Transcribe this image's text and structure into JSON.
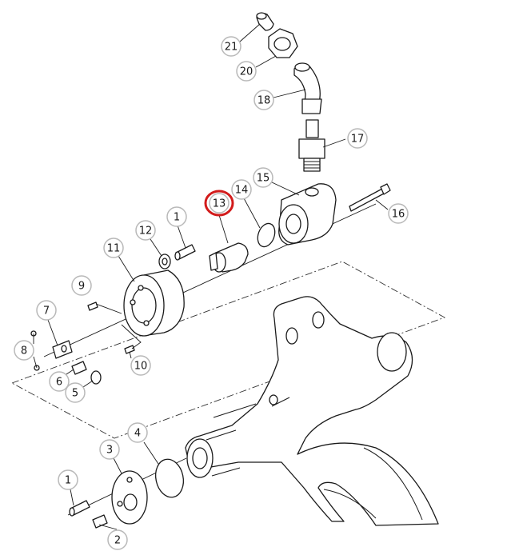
{
  "diagram": {
    "highlight_color": "#d21b1b",
    "highlighted_callout": "13",
    "callouts": [
      {
        "id": "21",
        "label": "21"
      },
      {
        "id": "20",
        "label": "20"
      },
      {
        "id": "18",
        "label": "18"
      },
      {
        "id": "17",
        "label": "17"
      },
      {
        "id": "15",
        "label": "15"
      },
      {
        "id": "14",
        "label": "14"
      },
      {
        "id": "13",
        "label": "13"
      },
      {
        "id": "16",
        "label": "16"
      },
      {
        "id": "1a",
        "label": "1"
      },
      {
        "id": "12",
        "label": "12"
      },
      {
        "id": "11",
        "label": "11"
      },
      {
        "id": "9",
        "label": "9"
      },
      {
        "id": "7",
        "label": "7"
      },
      {
        "id": "8",
        "label": "8"
      },
      {
        "id": "6",
        "label": "6"
      },
      {
        "id": "5",
        "label": "5"
      },
      {
        "id": "10",
        "label": "10"
      },
      {
        "id": "4",
        "label": "4"
      },
      {
        "id": "3",
        "label": "3"
      },
      {
        "id": "1b",
        "label": "1"
      },
      {
        "id": "2",
        "label": "2"
      }
    ]
  }
}
